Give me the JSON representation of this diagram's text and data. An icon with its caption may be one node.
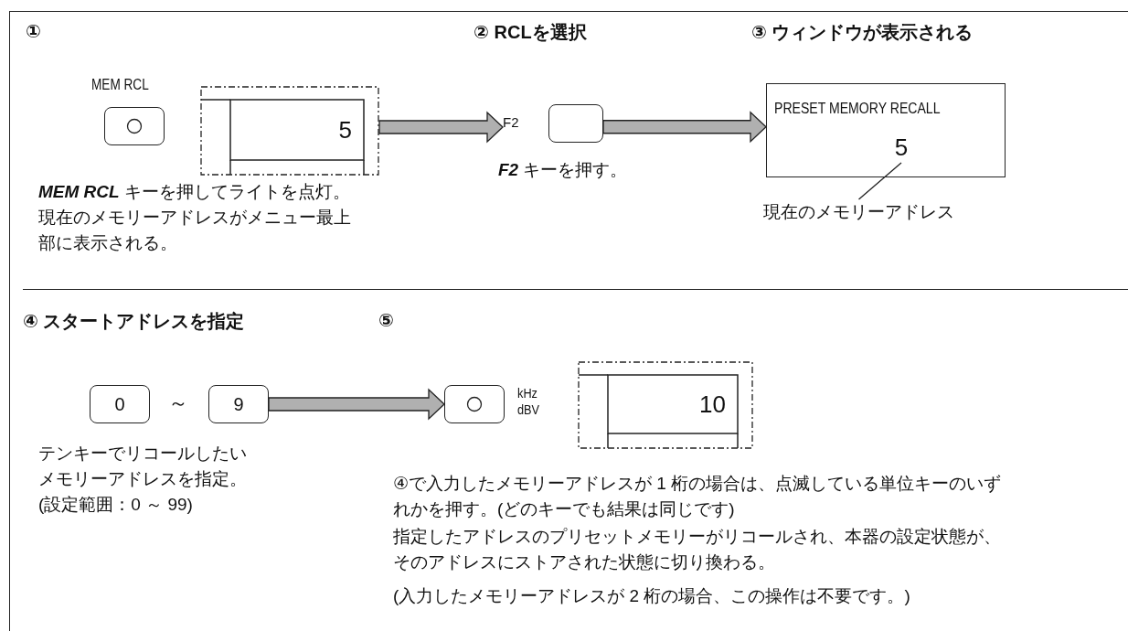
{
  "diagram": {
    "nodes": [
      {
        "text": [
          "MEM RCL"
        ]
      },
      {
        "text": [
          "5"
        ]
      },
      {
        "text": [
          "F2"
        ]
      },
      {
        "text": [
          "PRESET MEMORY RECALL"
        ]
      },
      {
        "text": [
          "5"
        ],
        "in": 3
      },
      {
        "text": [
          "現在のメモリーアドレス"
        ]
      },
      {
        "text": [
          "0"
        ]
      },
      {
        "text": [
          "9"
        ]
      },
      {
        "text": [],
        "shape": "box",
        "beside": [
          "kHz dBV"
        ]
      },
      {
        "text": [
          "10"
        ]
      }
    ],
    "edges": [
      {
        "from": 1,
        "to": 2,
        "arrow": "to"
      },
      {
        "from": 2,
        "to": 3,
        "arrow": "to"
      },
      {
        "from": 5,
        "to": 4,
        "arrow": "none"
      },
      {
        "from": 7,
        "to": 8,
        "arrow": "to"
      }
    ],
    "labels": [
      "①",
      "② RCLを選択",
      "③ ウィンドウが表示される",
      "**MEM RCL** キーを押してライトを点灯。現在のメモリーアドレスがメニュー最上部に表示される。",
      "**F2** キーを押す。",
      "④ スタートアドレスを指定",
      "⑤",
      "～",
      "テンキーでリコールしたいメモリーアドレスを指定。(設定範囲：0 ～ 99)",
      "④で入力したメモリーアドレスが 1 桁の場合は、点滅している単位キーのいずれかを押す。(どのキーでも結果は同じです)",
      "指定したアドレスのプリセットメモリーがリコールされ、本器の設定状態が、そのアドレスにストアされた状態に切り換わる。",
      "(入力したメモリーアドレスが 2 桁の場合、この操作は不要です。)"
    ]
  }
}
